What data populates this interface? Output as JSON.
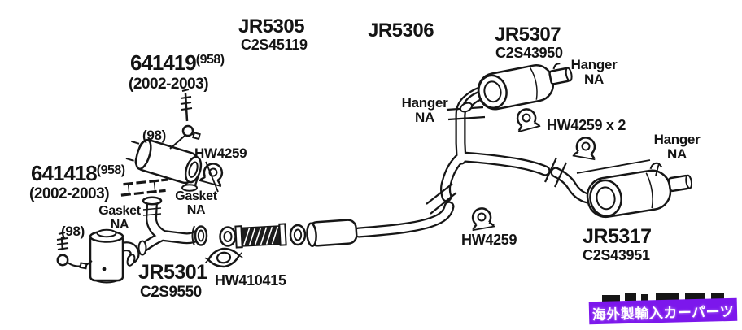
{
  "parts": {
    "jr5305": {
      "id": "JR5305",
      "sku": "C2S45119"
    },
    "jr5306": {
      "id": "JR5306"
    },
    "jr5307": {
      "id": "JR5307",
      "sku": "C2S43950"
    },
    "jr5301": {
      "id": "JR5301",
      "sku": "C2S9550"
    },
    "jr5317": {
      "id": "JR5317",
      "sku": "C2S43951"
    },
    "cat_641419": {
      "id": "641419",
      "note": "(958)",
      "years": "(2002-2003)"
    },
    "cat_641418": {
      "id": "641418",
      "note": "(958)",
      "years": "(2002-2003)"
    }
  },
  "labels": {
    "hanger": "Hanger",
    "na": "NA",
    "gasket": "Gasket",
    "hw4259": "HW4259",
    "hw4259_x2": "HW4259 x 2",
    "hw410415": "HW410415",
    "oxygen_sensor": "(98)"
  },
  "banner": {
    "text": "海外製輸入カーパーツ",
    "bg_color": "#7c17ec",
    "text_color": "#ffffff"
  },
  "canvas": {
    "bg_color": "#ffffff",
    "line_color": "#161616"
  }
}
